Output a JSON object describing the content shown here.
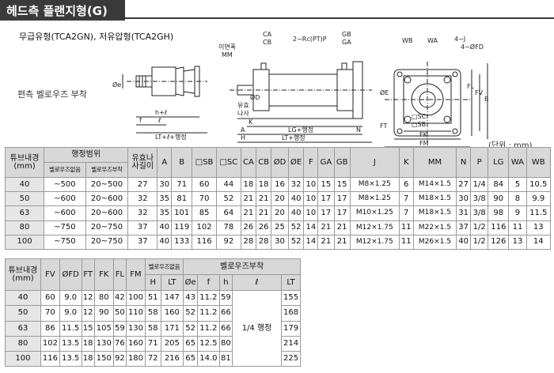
{
  "title": "헤드측 플랜지형(G)",
  "subtitle": "무급유형(TCA2GN), 저유압형(TCA2GH)",
  "bellows_note": "편측 벨로우즈 부착",
  "unit_note": "(단위 : mm)",
  "drawing_labels": {
    "h_t": "h+ℓ",
    "ell": "ℓ",
    "lt_t": "LT+ℓ+행정",
    "phi_e": "Øe",
    "f": "f",
    "face_mm": "이면폭",
    "mm": "MM",
    "ca": "CA",
    "cb": "CB",
    "rc": "2−Rc(PT)P",
    "gb": "GB",
    "ga": "GA",
    "oil": "유효",
    "nasa": "나사",
    "phi_d": "ØD",
    "k": "K",
    "a": "A",
    "h": "H",
    "lg": "LG+행정",
    "lt": "LT+행정",
    "n": "N",
    "wb": "WB",
    "wa": "WA",
    "j4": "4−J",
    "fd4": "4−ØFD",
    "fl": "FL",
    "fv": "FV",
    "b": "B",
    "phi_e2": "ØE",
    "sc": "□SC",
    "sb": "□SB",
    "fk": "FK",
    "ft": "FT",
    "fm": "FM"
  },
  "top_table": {
    "h_tube": "튜브내경",
    "h_tube_unit": "(mm)",
    "h_stroke": "행정범위",
    "h_stroke_none": "벨로우즈없음",
    "h_stroke_with": "벨로우즈부착",
    "h_oil": "유효나",
    "h_oil2": "사길이",
    "columns": [
      "A",
      "B",
      "□SB",
      "□SC",
      "CA",
      "CB",
      "ØD",
      "ØE",
      "F",
      "GA",
      "GB",
      "J",
      "K",
      "MM",
      "N",
      "P",
      "LG",
      "WA",
      "WB"
    ],
    "rows": [
      [
        "40",
        "~500",
        "20~500",
        "27",
        "30",
        "71",
        "60",
        "44",
        "18",
        "18",
        "16",
        "32",
        "10",
        "15",
        "15",
        "M8×1.25",
        "6",
        "M14×1.5",
        "27",
        "1/4",
        "84",
        "5",
        "10.5"
      ],
      [
        "50",
        "~600",
        "20~600",
        "32",
        "35",
        "81",
        "70",
        "52",
        "21",
        "21",
        "20",
        "40",
        "10",
        "17",
        "17",
        "M8×1.25",
        "7",
        "M18×1.5",
        "30",
        "3/8",
        "90",
        "8",
        "9.9"
      ],
      [
        "63",
        "~600",
        "20~600",
        "32",
        "35",
        "101",
        "85",
        "64",
        "21",
        "21",
        "20",
        "40",
        "10",
        "17",
        "17",
        "M10×1.25",
        "7",
        "M18×1.5",
        "31",
        "3/8",
        "98",
        "9",
        "11.5"
      ],
      [
        "80",
        "~750",
        "20~750",
        "37",
        "40",
        "119",
        "102",
        "78",
        "26",
        "26",
        "25",
        "52",
        "14",
        "21",
        "21",
        "M12×1.75",
        "11",
        "M22×1.5",
        "37",
        "1/2",
        "116",
        "11",
        "13"
      ],
      [
        "100",
        "~750",
        "20~750",
        "37",
        "40",
        "133",
        "116",
        "92",
        "28",
        "28",
        "30",
        "52",
        "14",
        "21",
        "21",
        "M12×1.75",
        "11",
        "M26×1.5",
        "40",
        "1/2",
        "126",
        "13",
        "14"
      ]
    ]
  },
  "bottom_table": {
    "h_tube": "튜브내경",
    "h_tube_unit": "(mm)",
    "h_no_bellows": "벨로우즈없음",
    "h_bellows": "벨로우즈부착",
    "columns": [
      "FV",
      "ØFD",
      "FT",
      "FK",
      "FL",
      "FM"
    ],
    "sub_no": [
      "H",
      "LT"
    ],
    "sub_with": [
      "Øe",
      "f",
      "h",
      "ℓ",
      "LT"
    ],
    "ell_value": "1/4 행정",
    "rows": [
      [
        "40",
        "60",
        "9.0",
        "12",
        "80",
        "42",
        "100",
        "51",
        "147",
        "43",
        "11.2",
        "59",
        "155"
      ],
      [
        "50",
        "70",
        "9.0",
        "12",
        "90",
        "50",
        "110",
        "58",
        "160",
        "52",
        "11.2",
        "66",
        "168"
      ],
      [
        "63",
        "86",
        "11.5",
        "15",
        "105",
        "59",
        "130",
        "58",
        "171",
        "52",
        "11.2",
        "66",
        "179"
      ],
      [
        "80",
        "102",
        "13.5",
        "18",
        "130",
        "76",
        "160",
        "71",
        "205",
        "65",
        "12.5",
        "80",
        "214"
      ],
      [
        "100",
        "116",
        "13.5",
        "18",
        "150",
        "92",
        "180",
        "72",
        "216",
        "65",
        "14.0",
        "81",
        "225"
      ]
    ]
  }
}
